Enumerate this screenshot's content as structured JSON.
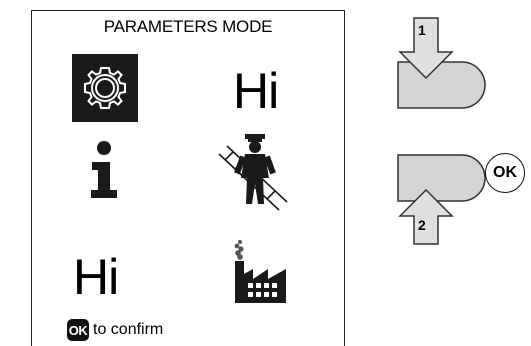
{
  "panel": {
    "title": "PARAMETERS MODE",
    "items": [
      {
        "icon": "gear-icon",
        "selected": true
      },
      {
        "icon": "hi-text",
        "label": "Hi"
      },
      {
        "icon": "info-icon"
      },
      {
        "icon": "chimney-sweep-icon"
      },
      {
        "icon": "hi-text",
        "label": "Hi"
      },
      {
        "icon": "factory-icon"
      }
    ],
    "confirm_badge": "OK",
    "confirm_text": "to confirm"
  },
  "side_buttons": {
    "button_1_number": "1",
    "button_2_number": "2",
    "ok_label": "OK"
  },
  "colors": {
    "icon_dark": "#1a1a1a",
    "button_fill": "#d4d4d4",
    "arrow_fill": "#e0e0e0"
  }
}
